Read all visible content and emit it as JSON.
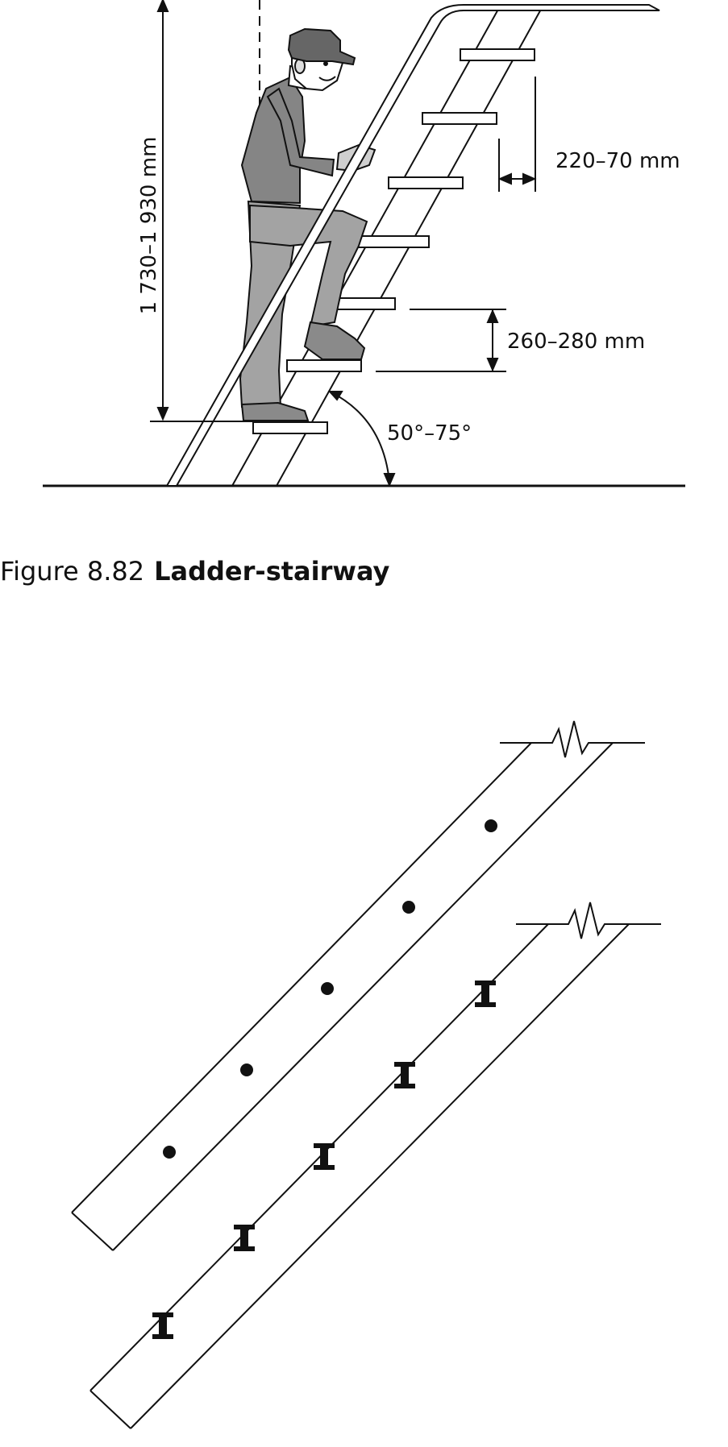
{
  "figure1": {
    "dimensions": {
      "height": "1 730–1 930 mm",
      "tread_overlap": "220–70 mm",
      "riser": "260–280 mm",
      "angle": "50°–75°"
    }
  },
  "caption": {
    "number": "Figure 8.82",
    "title": "Ladder-stairway"
  },
  "colors": {
    "line": "#111111",
    "figure_shirt": "#858585",
    "figure_trousers": "#a3a3a3",
    "figure_dark": "#555555"
  }
}
